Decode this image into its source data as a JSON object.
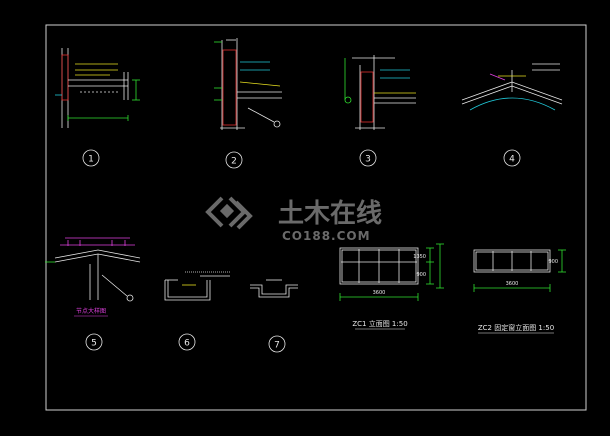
{
  "drawing": {
    "colors": {
      "background": "#000000",
      "frame": "#d0d0d0",
      "line_white": "#e8e8e8",
      "line_green": "#30e030",
      "line_cyan": "#20c8d8",
      "line_yellow": "#e8e020",
      "line_magenta": "#e040e0",
      "line_red": "#e03030",
      "watermark": "#6a6a6a"
    },
    "details": [
      {
        "id": "1",
        "label": "1"
      },
      {
        "id": "2",
        "label": "2"
      },
      {
        "id": "3",
        "label": "3"
      },
      {
        "id": "4",
        "label": "4"
      },
      {
        "id": "5",
        "label": "5"
      },
      {
        "id": "6",
        "label": "6"
      },
      {
        "id": "7",
        "label": "7"
      }
    ],
    "detail5_caption": "节点大样图",
    "zc1_title": "ZC1 立面图 1:50",
    "zc2_title": "ZC2 固定窗立面图 1:50",
    "zc1_dims": {
      "width": "3600",
      "height1": "1350",
      "height2": "900"
    },
    "zc2_dims": {
      "width": "3600",
      "height": "900"
    },
    "watermark": {
      "brand": "土木在线",
      "url": "CO188.COM",
      "icon": "co188-logo-icon"
    }
  }
}
